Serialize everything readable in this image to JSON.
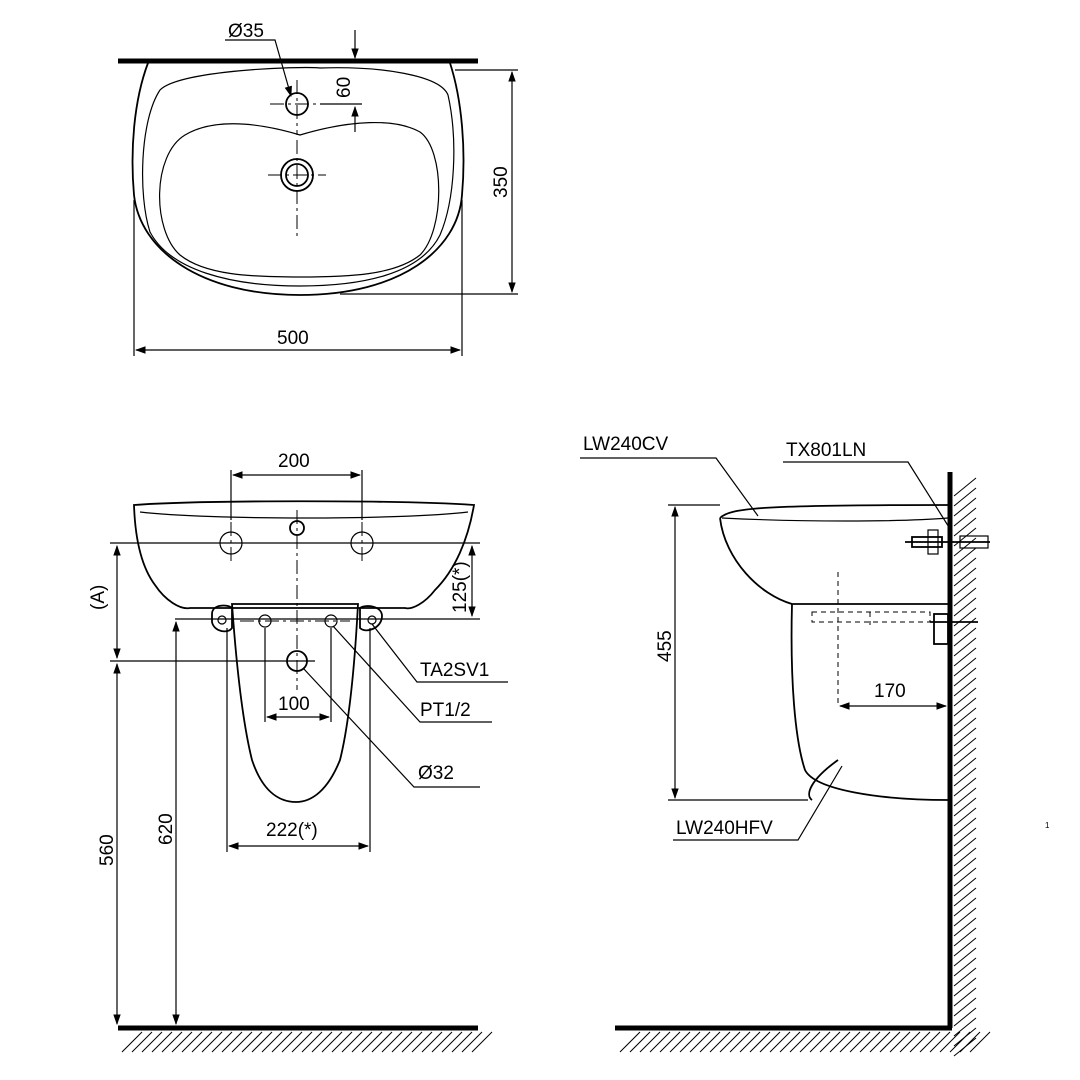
{
  "top_view": {
    "hole_diameter": "Ø35",
    "hole_offset": "60",
    "depth": "350",
    "width": "500"
  },
  "front_view": {
    "tap_spacing": "200",
    "outlet_height_label": "(A)",
    "tap_drop": "125(*)",
    "pedestal_hole_spacing": "100",
    "pedestal_width": "222(*)",
    "rim_height": "620",
    "outlet_height": "560",
    "callouts": {
      "bracket": "TA2SV1",
      "thread": "PT1/2",
      "drain": "Ø32"
    }
  },
  "side_view": {
    "basin_model": "LW240CV",
    "trap_model": "TX801LN",
    "pedestal_model": "LW240HFV",
    "basin_height": "455",
    "pedestal_depth": "170"
  },
  "page_marker": "1"
}
